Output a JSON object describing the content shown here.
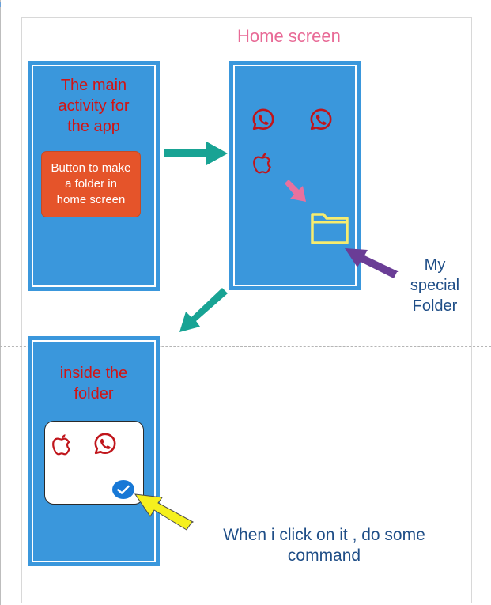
{
  "home_screen_title": "Home screen",
  "main_activity_text": [
    "The main",
    "activity for",
    "the app"
  ],
  "button_text": [
    "Button to make",
    "a folder in",
    "home screen"
  ],
  "inside_folder_text": [
    "inside the",
    "folder"
  ],
  "special_folder_text": [
    "My",
    "special",
    "Folder"
  ],
  "click_text": [
    "When i click on it , do some",
    "command"
  ],
  "icons": {
    "whatsapp": "whatsapp-icon",
    "apple": "apple-icon",
    "folder": "folder-icon",
    "check": "check-icon"
  },
  "colors": {
    "phone": "#3a97dc",
    "button": "#e5542a",
    "red_text": "#d21414",
    "title": "#e86a96",
    "blue_text": "#1f4e87",
    "arrow_teal": "#18a394",
    "arrow_pink": "#e8719e",
    "arrow_purple": "#6a3d96",
    "arrow_yellow": "#f5f01e",
    "folder": "#f6ec6e"
  }
}
